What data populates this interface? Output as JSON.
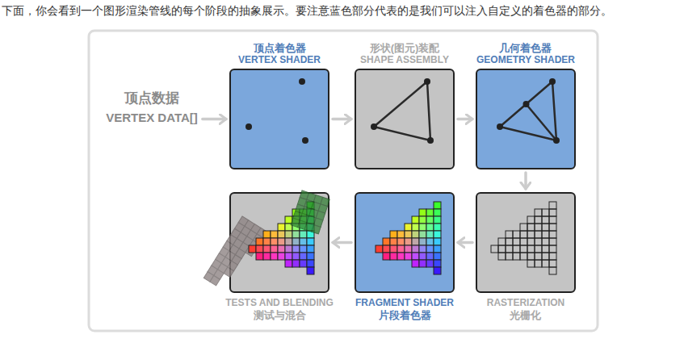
{
  "diagram": {
    "title": "下面，你会看到一个图形渲染管线的每个阶段的抽象展示。要注意蓝色部分代表的是我们可以注入自定义的着色器的部分。",
    "nodes": [
      {
        "text": [
          "顶点数据",
          "VERTEX DATA[]"
        ]
      },
      {
        "text": [
          "顶点着色器",
          "VERTEX SHADER"
        ]
      },
      {
        "text": [
          "形状(图元)装配",
          "SHAPE ASSEMBLY"
        ]
      },
      {
        "text": [
          "几何着色器",
          "GEOMETRY SHADER"
        ]
      },
      {
        "text": [
          "RASTERIZATION",
          "光栅化"
        ]
      },
      {
        "text": [
          "FRAGMENT SHADER",
          "片段着色器"
        ]
      },
      {
        "text": [
          "TESTS AND BLENDING",
          "测试与混合"
        ]
      }
    ],
    "edges": [
      {
        "from": 0,
        "to": 1,
        "arrow": "to"
      },
      {
        "from": 1,
        "to": 2,
        "arrow": "to"
      },
      {
        "from": 2,
        "to": 3,
        "arrow": "to"
      },
      {
        "from": 3,
        "to": 4,
        "arrow": "to"
      },
      {
        "from": 4,
        "to": 5,
        "arrow": "to"
      },
      {
        "from": 5,
        "to": 6,
        "arrow": "to"
      }
    ]
  }
}
